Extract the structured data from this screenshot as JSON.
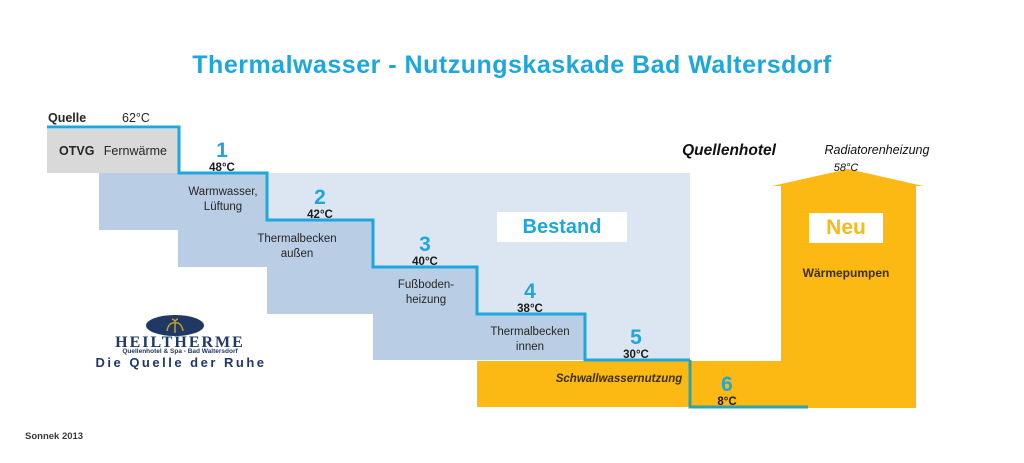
{
  "colors": {
    "cyan": "#1ea7dc",
    "teal": "#2ea3ab",
    "light_blue": "#dce6f2",
    "medium_blue": "#b9cde4",
    "orange": "#fcb813",
    "gray": "#d9d9d9",
    "navy": "#1f3864",
    "dark_text": "#262626",
    "brown_text": "#3b3000",
    "gold": "#c9a227"
  },
  "title": "Thermalwasser - Nutzungskaskade Bad Waltersdorf",
  "source": {
    "label": "Quelle",
    "temp": "62°C"
  },
  "supplier": {
    "name": "OTVG",
    "service": "Fernwärme"
  },
  "steps": [
    {
      "number": "1",
      "temp": "48°C",
      "usage": [
        "Warmwasser,",
        "Lüftung"
      ]
    },
    {
      "number": "2",
      "temp": "42°C",
      "usage": [
        "Thermalbecken",
        "außen"
      ]
    },
    {
      "number": "3",
      "temp": "40°C",
      "usage": [
        "Fußboden-",
        "heizung"
      ]
    },
    {
      "number": "4",
      "temp": "38°C",
      "usage": [
        "Thermalbecken",
        "innen"
      ]
    },
    {
      "number": "5",
      "temp": "30°C",
      "usage": [
        "Schwallwassernutzung"
      ]
    },
    {
      "number": "6",
      "temp": "8°C",
      "usage": []
    }
  ],
  "sections": {
    "bestand": "Bestand",
    "neu": "Neu"
  },
  "hotel": {
    "name": "Quellenhotel",
    "system": "Radiatorenheizung",
    "temp": "58°C",
    "equipment": "Wärmepumpen"
  },
  "logo": {
    "name": "HEILTHERME",
    "subtitle": "Quellenhotel & Spa - Bad Waltersdorf",
    "slogan": "Die Quelle der Ruhe"
  },
  "credit": "Sonnek 2013"
}
